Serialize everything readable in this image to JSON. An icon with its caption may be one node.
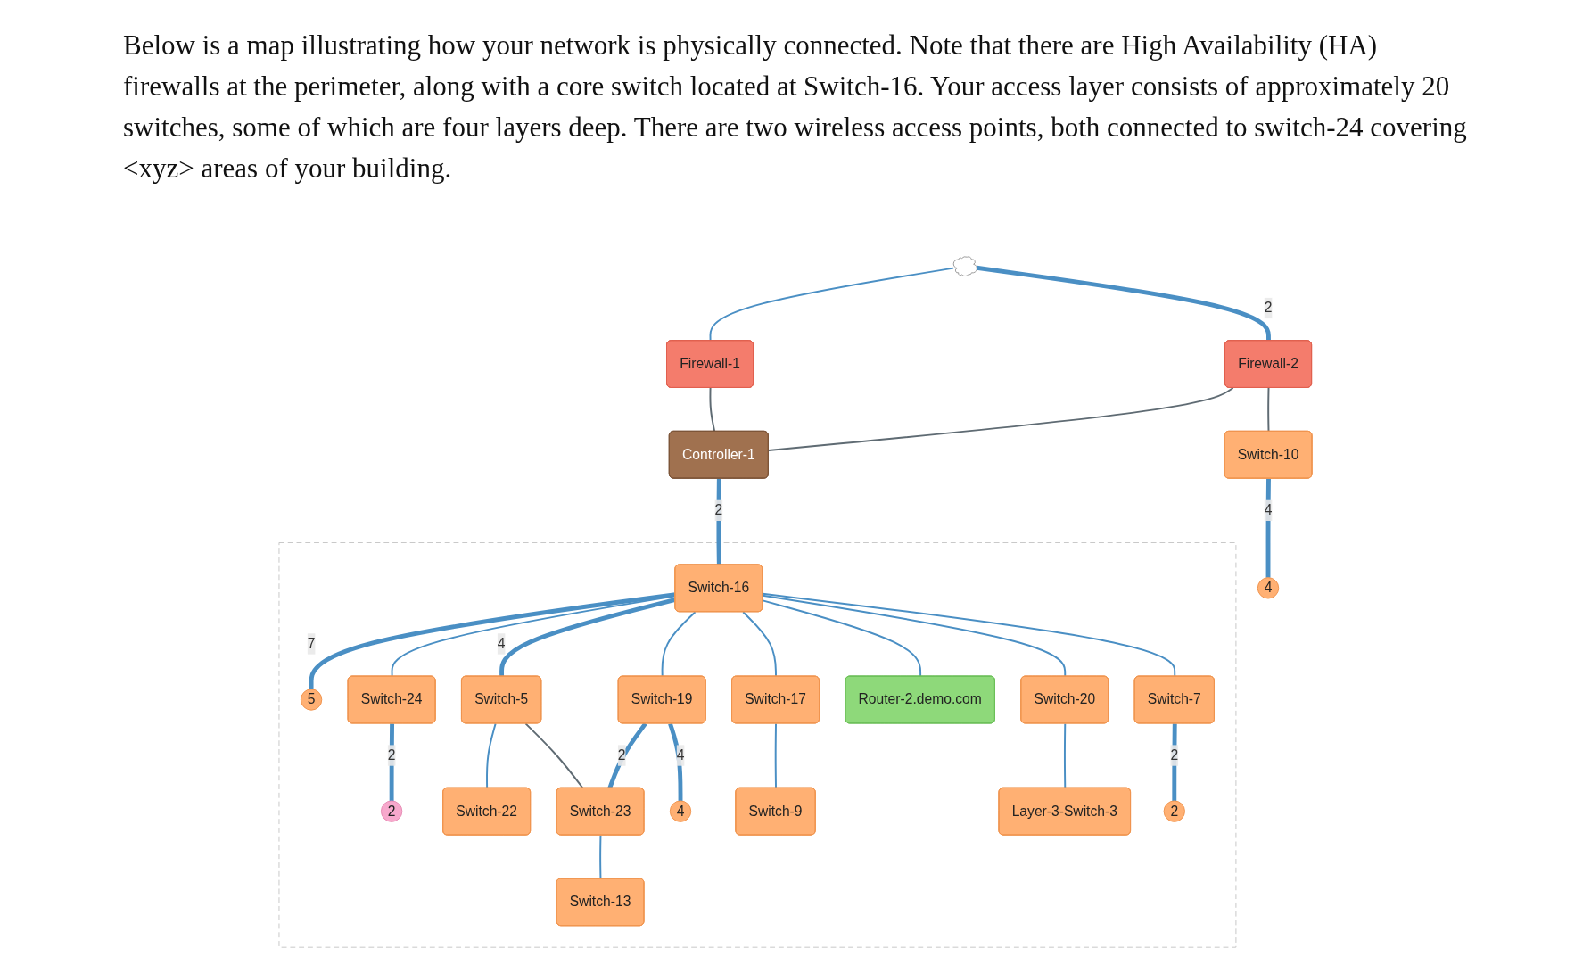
{
  "diagram": {
    "caption": "Below is a map illustrating how your network is physically connected. Note that there are High Availability (HA) firewalls at the perimeter, along with a core switch located at Switch-16. Your access layer consists of approximately 20 switches, some of which are four layers deep. There are two wireless access points, both connected to switch-24 covering <xyz> areas of your building.",
    "nodes": [
      {
        "text": [],
        "shape": "cloud"
      },
      {
        "text": [
          "Firewall-1"
        ]
      },
      {
        "text": [
          "Firewall-2"
        ]
      },
      {
        "text": [
          "Switch-10"
        ]
      },
      {
        "text": [
          "Controller-1"
        ]
      },
      {
        "text": [
          "4"
        ]
      },
      {
        "text": [],
        "shape": "box"
      },
      {
        "text": [
          "Switch-16"
        ],
        "in": 6
      },
      {
        "text": [
          "5"
        ],
        "in": 6
      },
      {
        "text": [
          "Switch-24"
        ],
        "in": 6
      },
      {
        "text": [
          "Switch-5"
        ],
        "in": 6
      },
      {
        "text": [
          "Switch-19"
        ],
        "in": 6
      },
      {
        "text": [
          "Switch-17"
        ],
        "in": 6
      },
      {
        "text": [
          "Router-2.demo.com"
        ],
        "in": 6
      },
      {
        "text": [
          "Switch-20"
        ],
        "in": 6
      },
      {
        "text": [
          "Switch-7"
        ],
        "in": 6
      },
      {
        "text": [
          "2"
        ],
        "in": 6
      },
      {
        "text": [
          "Switch-22"
        ],
        "in": 6
      },
      {
        "text": [
          "Switch-23"
        ],
        "in": 6
      },
      {
        "text": [
          "4"
        ],
        "in": 6
      },
      {
        "text": [
          "Switch-9"
        ],
        "in": 6
      },
      {
        "text": [
          "Layer-3-Switch-3"
        ],
        "in": 6
      },
      {
        "text": [
          "Switch-13"
        ],
        "in": 6
      },
      {
        "text": [
          "2"
        ],
        "in": 6
      }
    ],
    "edges": [
      {
        "from": 0,
        "to": 1,
        "arrow": "none"
      },
      {
        "from": 0,
        "to": 2,
        "arrow": "none",
        "label": "2",
        "style": "thick"
      },
      {
        "from": 1,
        "to": 4,
        "arrow": "none",
        "color": "#5f6b73"
      },
      {
        "from": 2,
        "to": 3,
        "arrow": "none",
        "color": "#5f6b73"
      },
      {
        "from": 2,
        "to": 4,
        "arrow": "none",
        "color": "#5f6b73"
      },
      {
        "from": 3,
        "to": 5,
        "arrow": "none",
        "label": "4",
        "style": "thick"
      },
      {
        "from": 4,
        "to": 7,
        "arrow": "none",
        "label": "2",
        "style": "thick"
      },
      {
        "from": 7,
        "to": 8,
        "arrow": "none",
        "label": "7",
        "style": "thick"
      },
      {
        "from": 7,
        "to": 9,
        "arrow": "none"
      },
      {
        "from": 7,
        "to": 10,
        "arrow": "none",
        "label": "4",
        "style": "thick"
      },
      {
        "from": 7,
        "to": 11,
        "arrow": "none"
      },
      {
        "from": 7,
        "to": 12,
        "arrow": "none"
      },
      {
        "from": 7,
        "to": 13,
        "arrow": "none"
      },
      {
        "from": 7,
        "to": 14,
        "arrow": "none"
      },
      {
        "from": 7,
        "to": 15,
        "arrow": "none"
      },
      {
        "from": 9,
        "to": 16,
        "arrow": "none",
        "label": "2",
        "style": "thick"
      },
      {
        "from": 10,
        "to": 17,
        "arrow": "none"
      },
      {
        "from": 10,
        "to": 18,
        "arrow": "none",
        "color": "#5f6b73"
      },
      {
        "from": 11,
        "to": 18,
        "arrow": "none",
        "label": "2",
        "style": "thick"
      },
      {
        "from": 11,
        "to": 19,
        "arrow": "none",
        "label": "4",
        "style": "thick"
      },
      {
        "from": 12,
        "to": 20,
        "arrow": "none"
      },
      {
        "from": 14,
        "to": 21,
        "arrow": "none"
      },
      {
        "from": 18,
        "to": 22,
        "arrow": "none"
      },
      {
        "from": 15,
        "to": 23,
        "arrow": "none",
        "label": "2",
        "style": "thick"
      }
    ]
  }
}
